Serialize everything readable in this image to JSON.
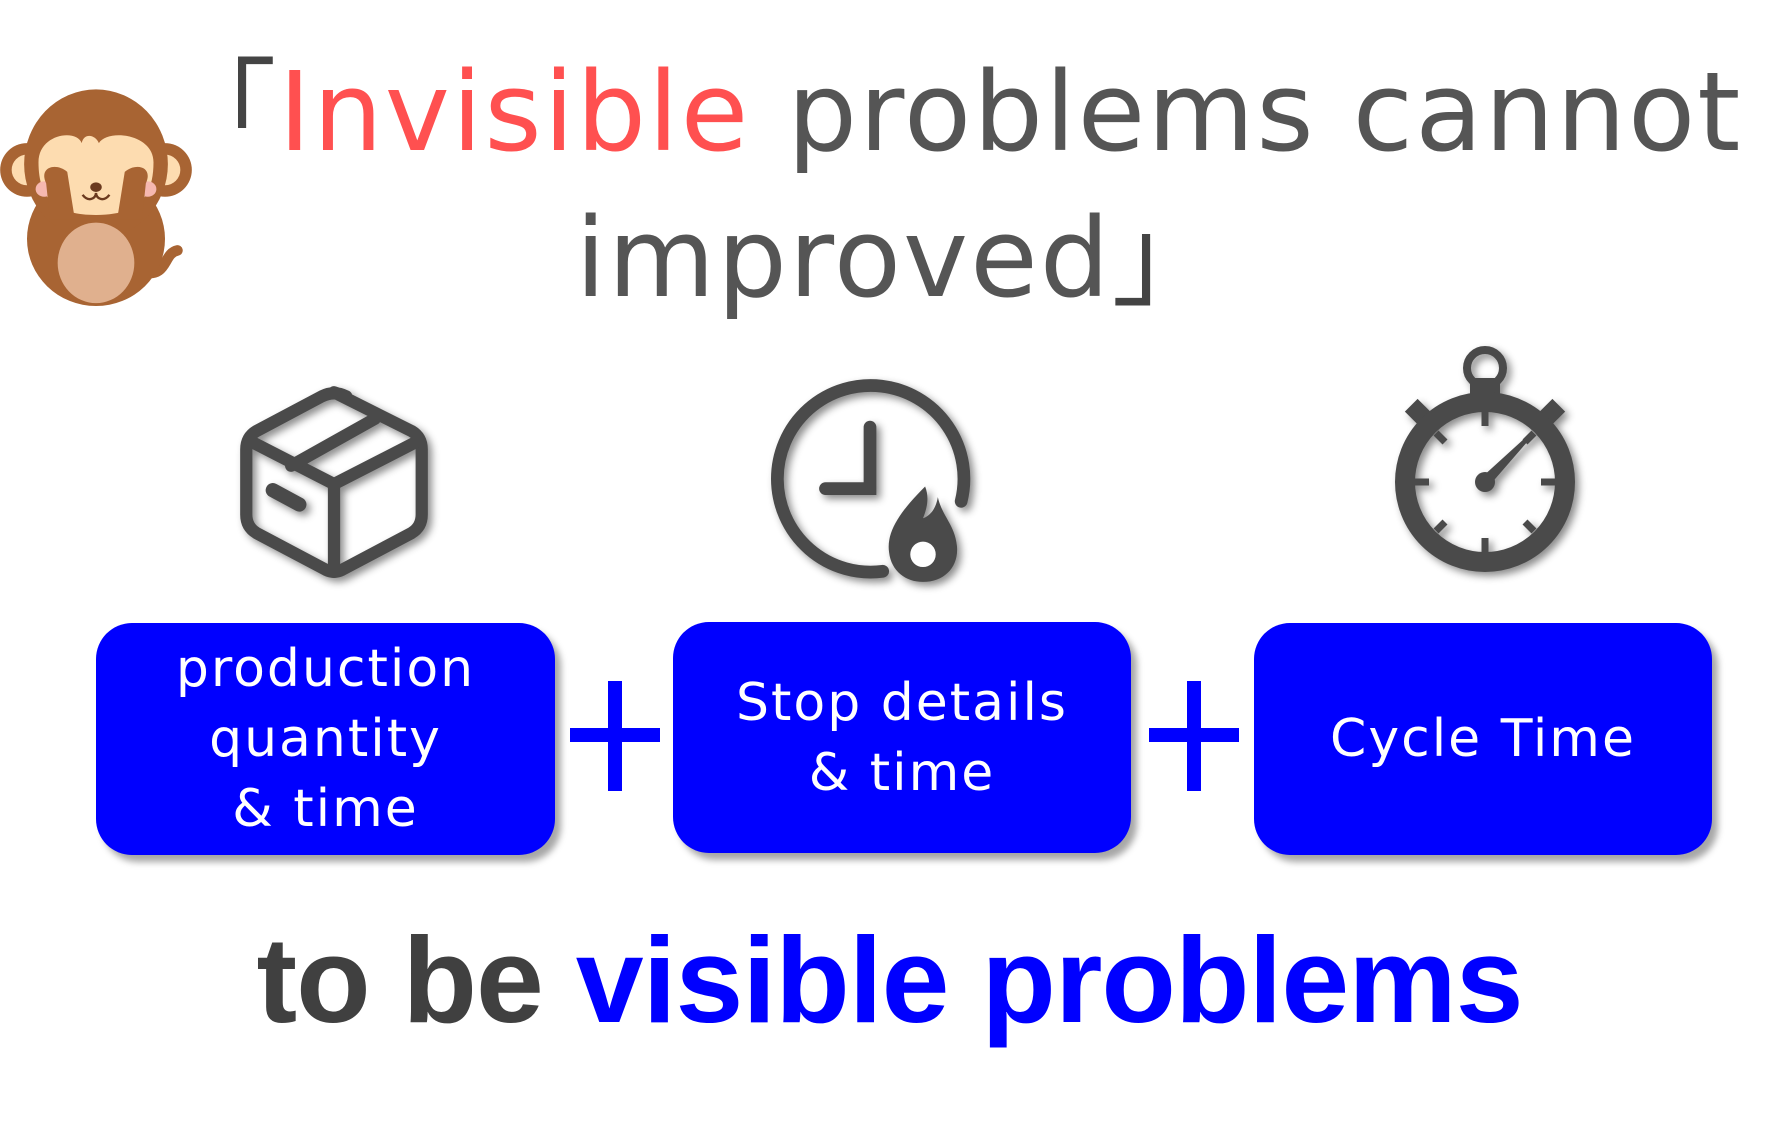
{
  "title": {
    "open_bracket": "「",
    "highlight": "Invisible",
    "line1_rest": " problems cannot",
    "line2": "improved",
    "close_bracket": "」",
    "highlight_color": "#ff5050",
    "text_color": "#555555"
  },
  "mascot": {
    "icon": "see-no-evil-monkey-icon"
  },
  "factors": [
    {
      "icon": "package-box-icon",
      "lines": [
        "production",
        "quantity",
        "& time"
      ]
    },
    {
      "icon": "clock-fire-icon",
      "lines": [
        "Stop details",
        "& time"
      ]
    },
    {
      "icon": "stopwatch-icon",
      "lines": [
        "Cycle Time"
      ]
    }
  ],
  "operators": [
    "+",
    "+"
  ],
  "tagline": {
    "prefix": "to be ",
    "emphasis": "visible problems",
    "emphasis_color": "#0000ff"
  },
  "colors": {
    "box_fill": "#0000ff",
    "icon_gray": "#4a4a4a"
  }
}
